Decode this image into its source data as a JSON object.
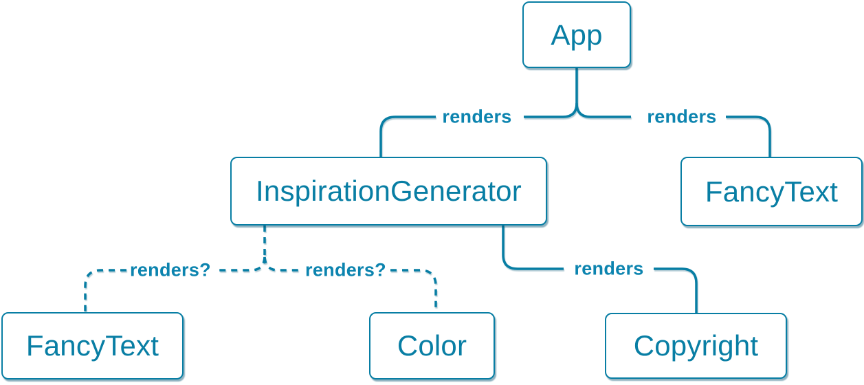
{
  "colors": {
    "accent": "#087ea4",
    "node_background": "#ffffff"
  },
  "nodes": {
    "app": {
      "label": "App"
    },
    "inspiration_generator": {
      "label": "InspirationGenerator"
    },
    "fancy_text_top": {
      "label": "FancyText"
    },
    "fancy_text_bottom": {
      "label": "FancyText"
    },
    "color": {
      "label": "Color"
    },
    "copyright": {
      "label": "Copyright"
    }
  },
  "edges": {
    "app_to_inspiration_generator": {
      "label": "renders",
      "style": "solid"
    },
    "app_to_fancy_text": {
      "label": "renders",
      "style": "solid"
    },
    "inspiration_generator_to_copyright": {
      "label": "renders",
      "style": "solid"
    },
    "inspiration_generator_to_fancy_text": {
      "label": "renders?",
      "style": "dashed"
    },
    "inspiration_generator_to_color": {
      "label": "renders?",
      "style": "dashed"
    }
  }
}
